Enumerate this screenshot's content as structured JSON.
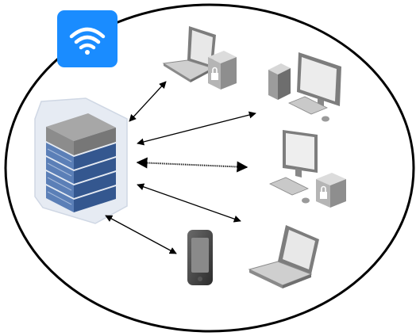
{
  "diagram": {
    "boundary": {
      "shape": "ellipse",
      "stroke": "#000000"
    },
    "colors": {
      "wifi_badge": "#1a8cff",
      "server_dark": "#34578f",
      "server_light": "#5b7fb7",
      "server_top": "#8c8c8c",
      "device_gray": "#7d7d7d",
      "device_light": "#d7d7d7",
      "arrow": "#000000"
    },
    "nodes": [
      {
        "id": "wifi",
        "icon": "wifi-icon"
      },
      {
        "id": "server",
        "icon": "server-rack-icon"
      },
      {
        "id": "secure-laptop",
        "icon": "laptop-lock-icon"
      },
      {
        "id": "desktop-1",
        "icon": "desktop-computer-icon"
      },
      {
        "id": "secure-desktop",
        "icon": "desktop-lock-icon"
      },
      {
        "id": "laptop",
        "icon": "laptop-icon"
      },
      {
        "id": "phone",
        "icon": "smartphone-icon"
      }
    ],
    "edges": [
      {
        "from": "server",
        "to": "secure-laptop",
        "direction": "both"
      },
      {
        "from": "server",
        "to": "desktop-1",
        "direction": "both"
      },
      {
        "from": "server",
        "to": "secure-desktop",
        "direction": "both",
        "style": "dotted"
      },
      {
        "from": "server",
        "to": "laptop",
        "direction": "both"
      },
      {
        "from": "server",
        "to": "phone",
        "direction": "both"
      }
    ]
  }
}
